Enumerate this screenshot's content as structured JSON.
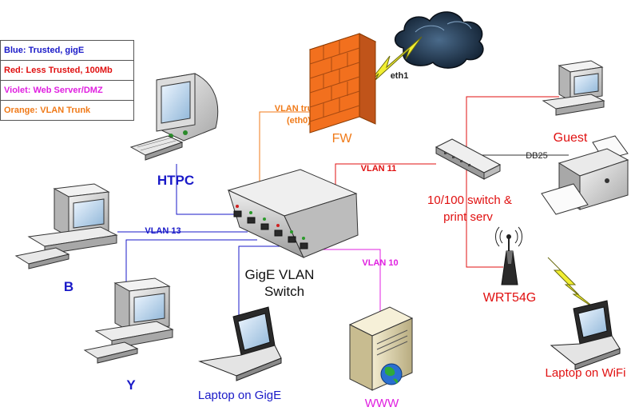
{
  "legend": [
    {
      "text": "Blue: Trusted, gigE",
      "color": "#1a1ac8"
    },
    {
      "text": "Red: Less Trusted, 100Mb",
      "color": "#e01010"
    },
    {
      "text": "Violet: Web Server/DMZ",
      "color": "#e020e0"
    },
    {
      "text": "Orange: VLAN Trunk",
      "color": "#f07a18"
    }
  ],
  "colors": {
    "trusted": "#1a1ac8",
    "less_trusted": "#e01010",
    "dmz": "#e020e0",
    "trunk": "#f07a18",
    "device_label_blue": "#1a1ac8",
    "device_label_red": "#e01010"
  },
  "nodes": {
    "htpc": {
      "label": "HTPC"
    },
    "b": {
      "label": "B"
    },
    "y": {
      "label": "Y"
    },
    "laptop_gige": {
      "label": "Laptop on GigE"
    },
    "www": {
      "label": "WWW"
    },
    "switch": {
      "label_line1": "GigE VLAN",
      "label_line2": "Switch"
    },
    "fw": {
      "label": "FW"
    },
    "guest": {
      "label": "Guest"
    },
    "print_switch": {
      "label_line1": "10/100 switch &",
      "label_line2": "print serv"
    },
    "wrt": {
      "label": "WRT54G"
    },
    "laptop_wifi": {
      "label": "Laptop on WiFi"
    }
  },
  "links": {
    "trunk_line1": "VLAN trunk",
    "trunk_line2": "(eth0)",
    "eth1": "eth1",
    "vlan11": "VLAN 11",
    "vlan13": "VLAN 13",
    "vlan10": "VLAN 10",
    "db25": "DB25"
  }
}
